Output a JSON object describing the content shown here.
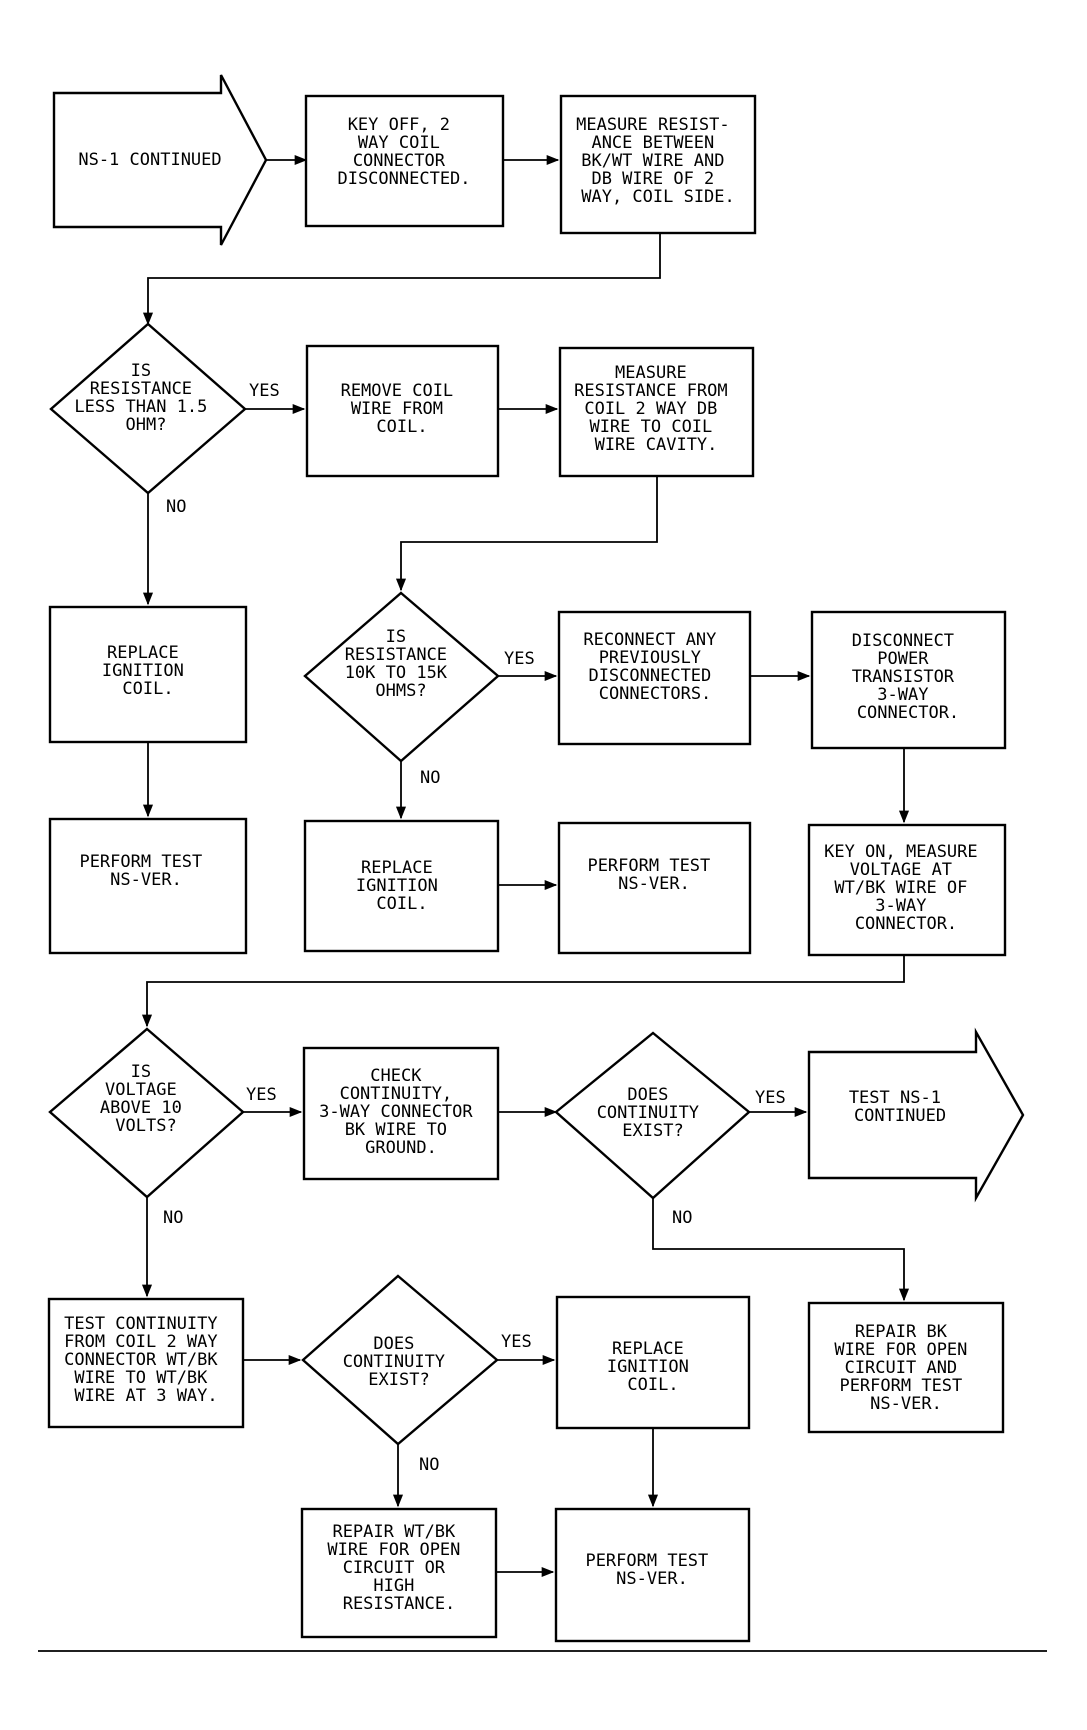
{
  "nodes": {
    "start_arrow": [
      "NS-1 CONTINUED"
    ],
    "key_off": [
      "KEY OFF, 2",
      "WAY COIL",
      "CONNECTOR",
      "DISCONNECTED."
    ],
    "measure_bkwt": [
      "MEASURE RESIST-",
      "ANCE BETWEEN",
      "BK/WT WIRE AND",
      "DB WIRE OF 2",
      "WAY, COIL SIDE."
    ],
    "dec_res_15": [
      "IS",
      "RESISTANCE",
      "LESS THAN 1.5",
      "OHM?"
    ],
    "remove_coil_wire": [
      "REMOVE COIL",
      "WIRE FROM",
      "COIL."
    ],
    "measure_cavity": [
      "MEASURE",
      "RESISTANCE FROM",
      "COIL 2 WAY DB",
      "WIRE TO COIL",
      "WIRE CAVITY."
    ],
    "replace_coil_1": [
      "REPLACE",
      "IGNITION",
      "COIL."
    ],
    "perform_1": [
      "PERFORM TEST",
      "NS-VER."
    ],
    "dec_res_10k": [
      "IS",
      "RESISTANCE",
      "10K TO 15K",
      "OHMS?"
    ],
    "reconnect": [
      "RECONNECT ANY",
      "PREVIOUSLY",
      "DISCONNECTED",
      "CONNECTORS."
    ],
    "disconnect_pt": [
      "DISCONNECT",
      "POWER",
      "TRANSISTOR",
      "3-WAY",
      "CONNECTOR."
    ],
    "replace_coil_2": [
      "REPLACE",
      "IGNITION",
      "COIL."
    ],
    "perform_2": [
      "PERFORM TEST",
      "NS-VER."
    ],
    "key_on": [
      "KEY ON, MEASURE",
      "VOLTAGE AT",
      "WT/BK WIRE OF",
      "3-WAY",
      "CONNECTOR."
    ],
    "dec_volt": [
      "IS",
      "VOLTAGE",
      "ABOVE 10",
      "VOLTS?"
    ],
    "check_cont": [
      "CHECK",
      "CONTINUITY,",
      "3-WAY CONNECTOR",
      "BK WIRE TO",
      "GROUND."
    ],
    "dec_cont_1": [
      "DOES",
      "CONTINUITY",
      "EXIST?"
    ],
    "end_arrow": [
      "TEST NS-1",
      "CONTINUED"
    ],
    "test_cont": [
      "TEST CONTINUITY",
      "FROM COIL 2 WAY",
      "CONNECTOR WT/BK",
      "WIRE TO WT/BK",
      "WIRE AT 3 WAY."
    ],
    "dec_cont_2": [
      "DOES",
      "CONTINUITY",
      "EXIST?"
    ],
    "replace_coil_3": [
      "REPLACE",
      "IGNITION",
      "COIL."
    ],
    "repair_bk": [
      "REPAIR BK",
      "WIRE FOR OPEN",
      "CIRCUIT AND",
      "PERFORM TEST",
      "NS-VER."
    ],
    "repair_wtbk": [
      "REPAIR WT/BK",
      "WIRE FOR OPEN",
      "CIRCUIT OR",
      "HIGH",
      "RESISTANCE."
    ],
    "perform_3": [
      "PERFORM TEST",
      "NS-VER."
    ]
  },
  "edge_labels": {
    "yes_1": "YES",
    "no_1": "NO",
    "yes_2": "YES",
    "no_2": "NO",
    "yes_3": "YES",
    "no_3": "NO",
    "yes_4": "YES",
    "no_4": "NO",
    "yes_5": "YES",
    "no_5": "NO"
  }
}
